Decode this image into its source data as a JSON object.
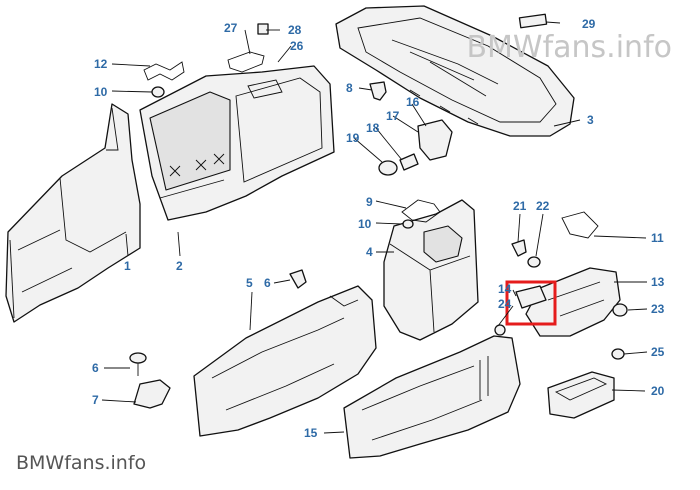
{
  "watermarks": {
    "top": "BMWfans.info",
    "bottom": "BMWfans.info"
  },
  "highlight_color": "#e51c1c",
  "callout_color": "#2e6aa6",
  "callouts": [
    {
      "id": "c1",
      "label": "1"
    },
    {
      "id": "c2",
      "label": "2"
    },
    {
      "id": "c3",
      "label": "3"
    },
    {
      "id": "c4",
      "label": "4"
    },
    {
      "id": "c5",
      "label": "5"
    },
    {
      "id": "c6a",
      "label": "6"
    },
    {
      "id": "c6b",
      "label": "6"
    },
    {
      "id": "c7",
      "label": "7"
    },
    {
      "id": "c8",
      "label": "8"
    },
    {
      "id": "c9",
      "label": "9"
    },
    {
      "id": "c10a",
      "label": "10"
    },
    {
      "id": "c10b",
      "label": "10"
    },
    {
      "id": "c11",
      "label": "11"
    },
    {
      "id": "c12",
      "label": "12"
    },
    {
      "id": "c13",
      "label": "13"
    },
    {
      "id": "c14",
      "label": "14"
    },
    {
      "id": "c15",
      "label": "15"
    },
    {
      "id": "c16",
      "label": "16"
    },
    {
      "id": "c17",
      "label": "17"
    },
    {
      "id": "c18",
      "label": "18"
    },
    {
      "id": "c19",
      "label": "19"
    },
    {
      "id": "c20",
      "label": "20"
    },
    {
      "id": "c21",
      "label": "21"
    },
    {
      "id": "c22",
      "label": "22"
    },
    {
      "id": "c23",
      "label": "23"
    },
    {
      "id": "c24",
      "label": "24"
    },
    {
      "id": "c25",
      "label": "25"
    },
    {
      "id": "c26",
      "label": "26"
    },
    {
      "id": "c27",
      "label": "27"
    },
    {
      "id": "c28",
      "label": "28"
    },
    {
      "id": "c29",
      "label": "29"
    }
  ]
}
